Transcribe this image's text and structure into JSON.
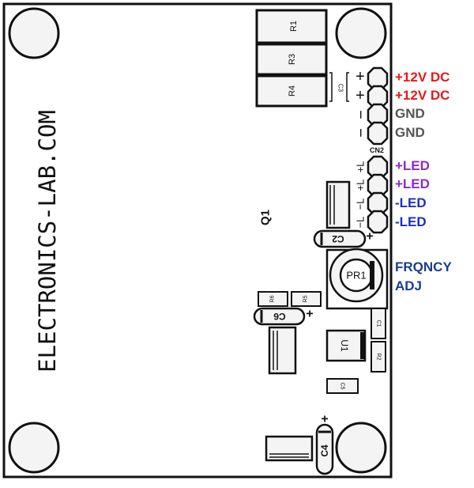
{
  "board": {
    "brand": "ELECTRONICS-LAB.COM",
    "components": {
      "r1": "R1",
      "r3": "R3",
      "r4": "R4",
      "r6": "R6",
      "r5": "R5",
      "r2": "R2",
      "c1": "C1",
      "c2": "C2",
      "c3": "C3",
      "c4": "C4",
      "c5": "C5",
      "c6": "C6",
      "q1": "Q1",
      "u1": "U1",
      "pr1": "PR1",
      "cn2": "CN2"
    },
    "pin_marks": {
      "plus_a": "+",
      "plus_b": "+",
      "minus_a": "−",
      "minus_b": "−",
      "led_plus_a": "+L",
      "led_plus_b": "+L",
      "led_minus_a": "−L",
      "led_minus_b": "−L",
      "c2_plus": "+",
      "c6_plus": "+",
      "c4_plus": "+"
    }
  },
  "labels": {
    "power_1": "+12V DC",
    "power_2": "+12V DC",
    "gnd_1": "GND",
    "gnd_2": "GND",
    "led_plus_1": "+LED",
    "led_plus_2": "+LED",
    "led_minus_1": "-LED",
    "led_minus_2": "-LED",
    "frq_line1": "FRQNCY",
    "frq_line2": "ADJ"
  },
  "colors": {
    "power": "#e8191a",
    "gnd": "#555555",
    "led_plus": "#8e2bc4",
    "led_minus": "#1f2fbf",
    "adj": "#1a3d8f",
    "ink": "#111111",
    "component_fill": "#f4f4f4"
  }
}
